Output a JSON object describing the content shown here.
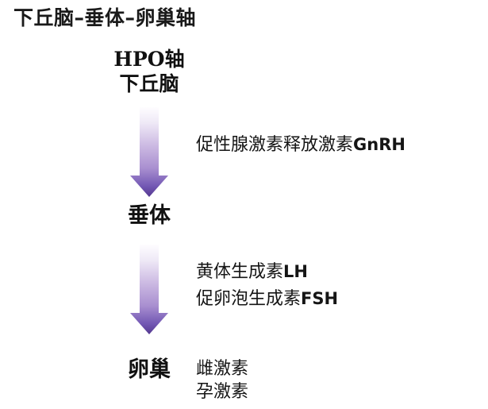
{
  "diagram": {
    "title": "下丘脑–垂体–卵巢轴",
    "subtitle": "HPO轴",
    "background_color": "#ffffff",
    "text_color": "#111111",
    "arrow_gradient": {
      "top_color": "#fdfcfe",
      "mid_color": "#b9a5d4",
      "bottom_color": "#54388f"
    },
    "nodes": [
      {
        "id": "hypothalamus",
        "label": "下丘脑"
      },
      {
        "id": "pituitary",
        "label": "垂体"
      },
      {
        "id": "ovary",
        "label": "卵巢"
      }
    ],
    "arrows": [
      {
        "id": "hypothalamus-to-pituitary",
        "from": "下丘脑",
        "to": "垂体",
        "direction": "down",
        "labels": [
          "促性腺激素释放激素GnRH"
        ]
      },
      {
        "id": "pituitary-to-ovary",
        "from": "垂体",
        "to": "卵巢",
        "direction": "down",
        "labels": [
          "黄体生成素LH",
          "促卵泡生成素FSH"
        ]
      }
    ],
    "labels": {
      "gnrh_cn": "促性腺激素释放激素",
      "gnrh_latin": "GnRH",
      "lh_cn": "黄体生成素",
      "lh_latin": "LH",
      "fsh_cn": "促卵泡生成素",
      "fsh_latin": "FSH",
      "estrogen": "雌激素",
      "progesterone": "孕激素"
    }
  }
}
